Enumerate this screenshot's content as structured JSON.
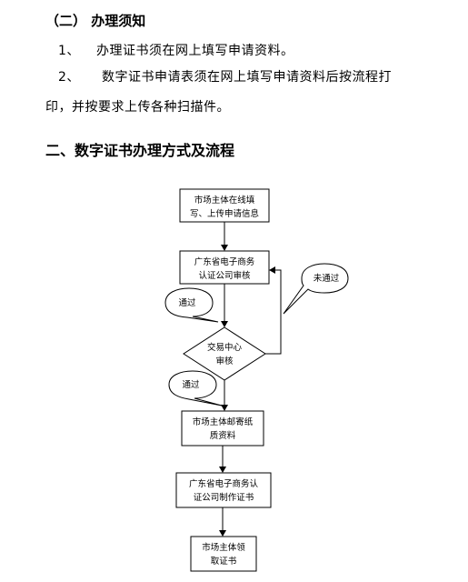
{
  "sections": {
    "sub_heading": "（二） 办理须知",
    "items": [
      {
        "num": "1、",
        "text": "办理证书须在网上填写申请资料。"
      },
      {
        "num": "2、",
        "text": "数字证书申请表须在网上填写申请资料后按流程打",
        "continuation": "印，并按要求上传各种扫描件。"
      }
    ],
    "heading": "二、数字证书办理方式及流程"
  },
  "flowchart": {
    "steps": [
      {
        "line1": "市场主体在线填",
        "line2": "写、上传申请信息"
      },
      {
        "line1": "广东省电子商务",
        "line2": "认证公司审核"
      },
      {
        "line1": "交易中心",
        "line2": "审核"
      },
      {
        "line1": "市场主体邮寄纸",
        "line2": "质资料"
      },
      {
        "line1": "广东省电子商务认",
        "line2": "证公司制作证书"
      },
      {
        "line1": "市场主体领",
        "line2": "取证书"
      }
    ],
    "callouts": {
      "pass1": "通过",
      "fail": "未通过",
      "pass2": "通过"
    }
  }
}
